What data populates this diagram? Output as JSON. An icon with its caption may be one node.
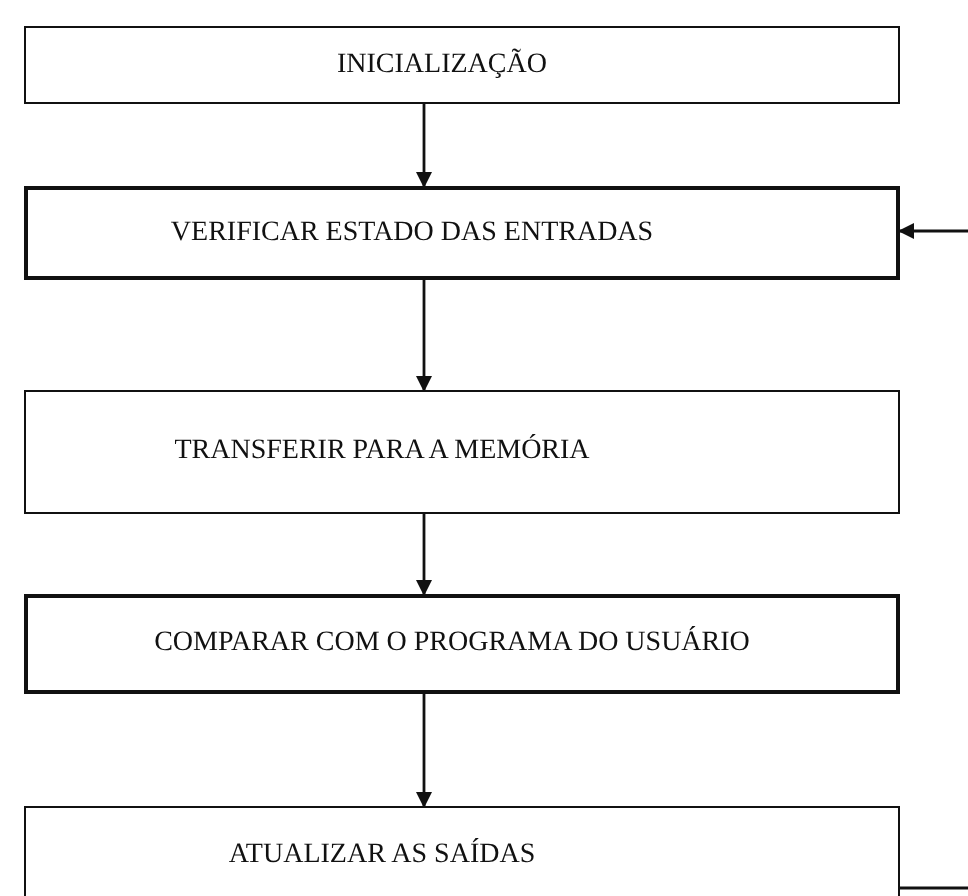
{
  "diagram": {
    "nodes": [
      {
        "text": [
          "INICIALIZAÇÃO"
        ]
      },
      {
        "text": [
          "VERIFICAR ESTADO DAS ENTRADAS"
        ]
      },
      {
        "text": [
          "TRANSFERIR PARA A MEMÓRIA"
        ]
      },
      {
        "text": [
          "COMPARAR COM O PROGRAMA DO USUÁRIO"
        ]
      },
      {
        "text": [
          "ATUALIZAR AS SAÍDAS"
        ]
      }
    ],
    "edges": [
      {
        "from": 0,
        "to": 1,
        "arrow": "to"
      },
      {
        "from": 1,
        "to": 2,
        "arrow": "to"
      },
      {
        "from": 2,
        "to": 3,
        "arrow": "to"
      },
      {
        "from": 3,
        "to": 4,
        "arrow": "to"
      },
      {
        "from": null,
        "to": 1,
        "arrow": "to"
      },
      {
        "from": 4,
        "to": null,
        "arrow": "none"
      }
    ]
  }
}
